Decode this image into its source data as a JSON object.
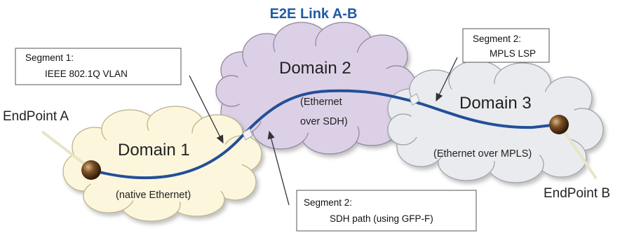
{
  "title": "E2E Link A-B",
  "domains": [
    {
      "name": "Domain 1",
      "tech": "(native Ethernet)",
      "color": "#fbf6dc"
    },
    {
      "name": "Domain 2",
      "tech_line1": "(Ethernet",
      "tech_line2": "over SDH)",
      "color": "#dcd0e6"
    },
    {
      "name": "Domain 3",
      "tech": "(Ethernet over MPLS)",
      "color": "#e9ebee"
    }
  ],
  "endpoints": {
    "a": "EndPoint A",
    "b": "EndPoint B"
  },
  "callouts": {
    "seg1": {
      "line1": "Segment 1:",
      "line2": "IEEE 802.1Q VLAN"
    },
    "seg2_mpls": {
      "line1": "Segment 2:",
      "line2": "MPLS LSP"
    },
    "seg2_sdh": {
      "line1": "Segment 2:",
      "line2": "SDH path (using GFP-F)"
    }
  },
  "colors": {
    "title": "#1f5aa6",
    "link": "#234f9a",
    "endpoint": "#6a4523"
  }
}
